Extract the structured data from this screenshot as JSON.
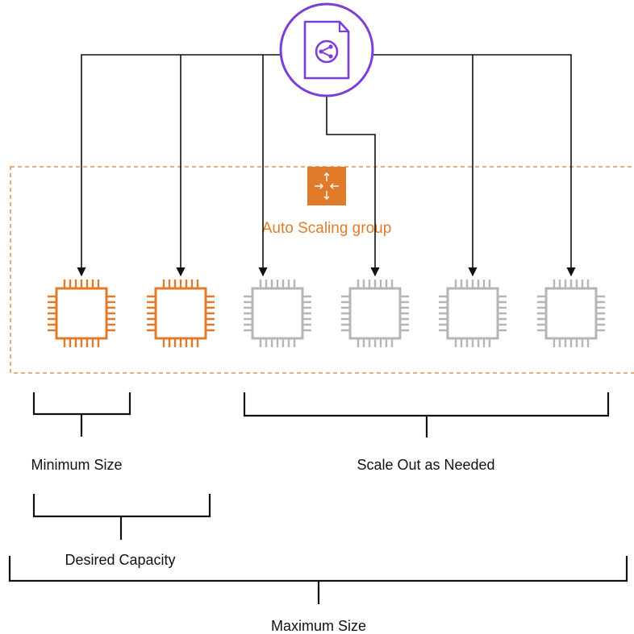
{
  "group": {
    "label": "Auto Scaling group",
    "icon": "auto-scaling-icon",
    "border_color": "#E07B2A"
  },
  "load_balancer": {
    "icon": "elastic-load-balancer-icon",
    "color": "#7B3FD8"
  },
  "instances": [
    {
      "state": "running",
      "icon": "ec2-instance-icon"
    },
    {
      "state": "running",
      "icon": "ec2-instance-icon"
    },
    {
      "state": "standby",
      "icon": "ec2-instance-icon"
    },
    {
      "state": "standby",
      "icon": "ec2-instance-icon"
    },
    {
      "state": "standby",
      "icon": "ec2-instance-icon"
    },
    {
      "state": "standby",
      "icon": "ec2-instance-icon"
    }
  ],
  "colors": {
    "running": "#E07B2A",
    "standby": "#B5B5B5",
    "lines": "#111111",
    "label": "#E07B2A"
  },
  "brackets": {
    "minimum_size": "Minimum Size",
    "scale_out": "Scale Out as Needed",
    "desired_capacity": "Desired Capacity",
    "maximum_size": "Maximum Size"
  }
}
